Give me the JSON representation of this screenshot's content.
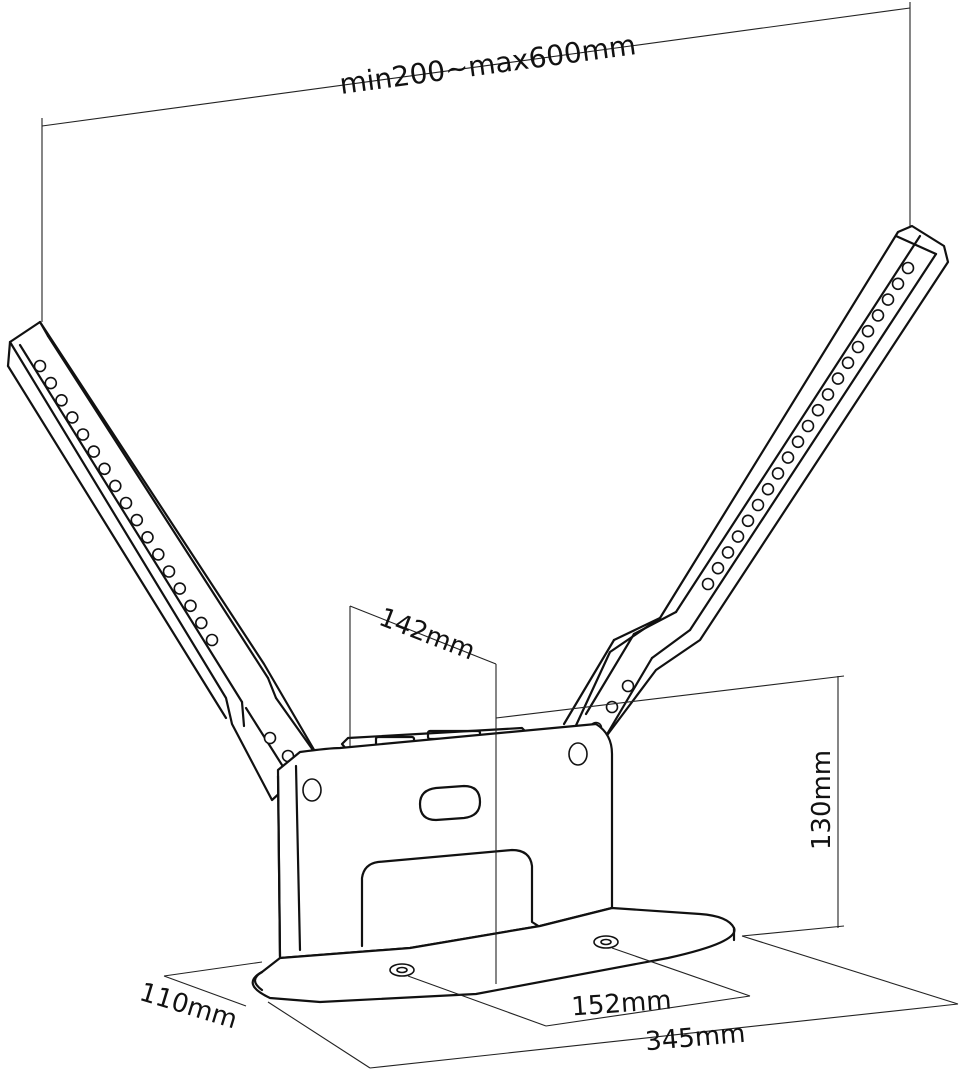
{
  "dimensions": {
    "arm_span": "min200~max600mm",
    "mount_width": "142mm",
    "plate_height": "130mm",
    "base_depth": "110mm",
    "hole_spacing": "152mm",
    "base_length": "345mm"
  }
}
